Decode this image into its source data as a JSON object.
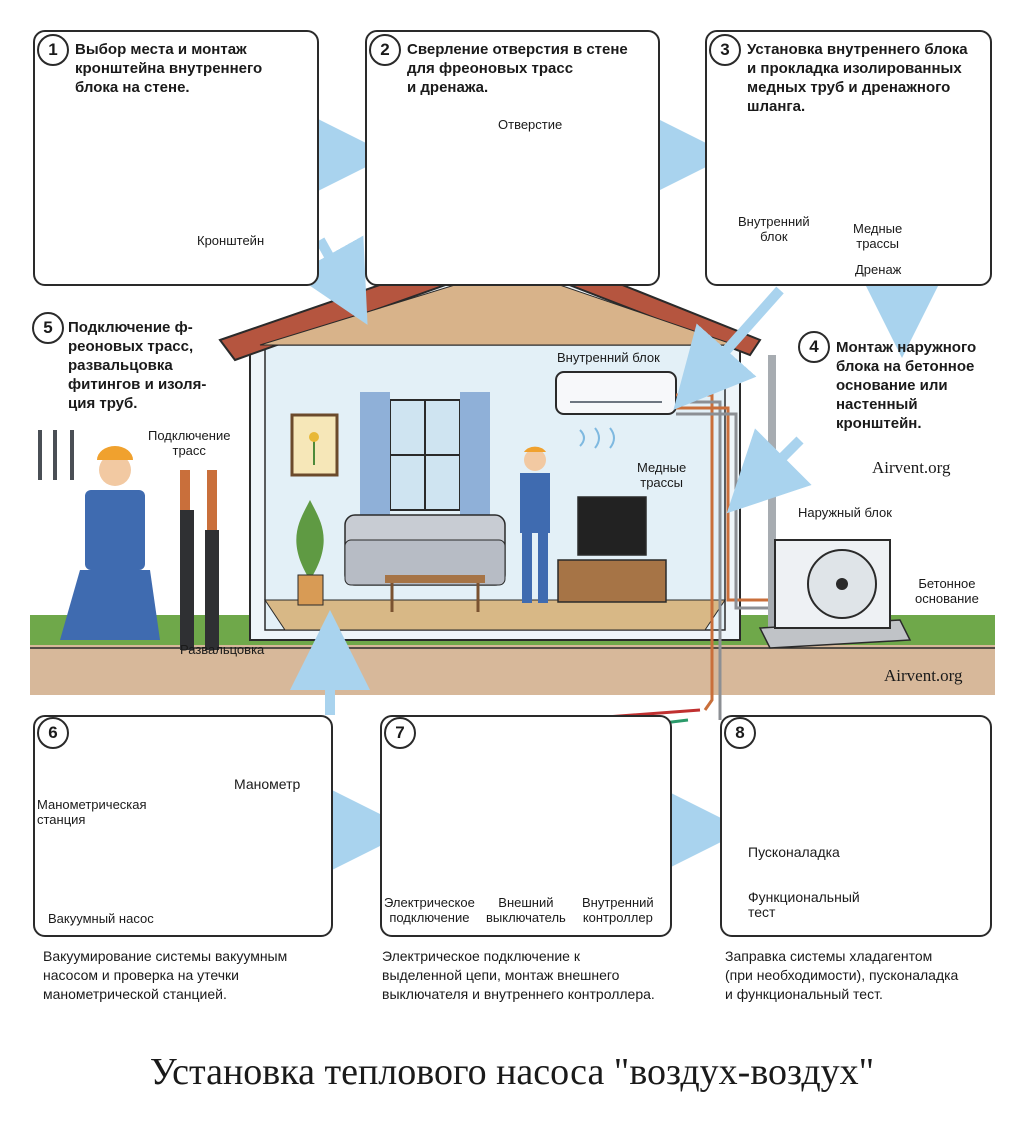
{
  "title": "Установка теплового насоса \"воздух-воздух\"",
  "watermarks": [
    "Airvent.org",
    "Airvent.org"
  ],
  "steps": [
    {
      "num": "1",
      "text": "Выбор места и монтаж\nкронштейна внутреннего\nблока на стене."
    },
    {
      "num": "2",
      "text": "Сверление отверстия в стене\nдля фреоновых трасс\nи дренажа."
    },
    {
      "num": "3",
      "text": "Установка внутреннего блока\nи прокладка изолированных\nмедных труб и дренажного\nшланга."
    },
    {
      "num": "4",
      "text": "Монтаж наружного\nблока на бетонное\nоснование или\nнастенный\nкронштейн."
    },
    {
      "num": "5",
      "text": "Подключение ф-\nреоновых трасс,\nразвальцовка\nфитингов и изоля-\nция труб."
    },
    {
      "num": "6",
      "text": "Вакуумирование системы вакуумным\nнасосом и проверка на утечки\nманометрической станцией."
    },
    {
      "num": "7",
      "text": "Электрическое подключение к\nвыделенной цепи, монтаж внешнего\nвыключателя и внутреннего контроллера."
    },
    {
      "num": "8",
      "text": "Заправка системы хладагентом\n(при необходимости), пусконаладка\nи функциональный тест."
    }
  ],
  "labels": {
    "bracket": "Кронштейн",
    "hole": "Отверстие",
    "indoor_unit_3": "Внутренний\nблок",
    "copper_lines_3": "Медные\nтрассы",
    "drain": "Дренаж",
    "indoor_unit_house": "Внутренний блок",
    "copper_lines_house": "Медные\nтрассы",
    "outdoor_unit": "Наружный блок",
    "concrete_base": "Бетонное\nоснование",
    "line_connection": "Подключение\nтрасс",
    "flaring": "Развальцовка",
    "manometer": "Манометр",
    "gauge_station": "Манометрическая\nстанция",
    "vacuum_pump": "Вакуумный насос",
    "electrical": "Электрическое\nподключение",
    "external_switch": "Внешний\nвыключатель",
    "controller": "Внутренний\nконтроллер",
    "commissioning": "Пусконаладка",
    "functional_test": "Функциональный\nтест"
  },
  "colors": {
    "arrow": "#a9d3ee",
    "roof": "#b5553f",
    "ground": "#d7b89a",
    "grass": "#6fa84a",
    "worker": "#3f6bb0",
    "helmet": "#f0a12e",
    "copper": "#c96f3b"
  }
}
